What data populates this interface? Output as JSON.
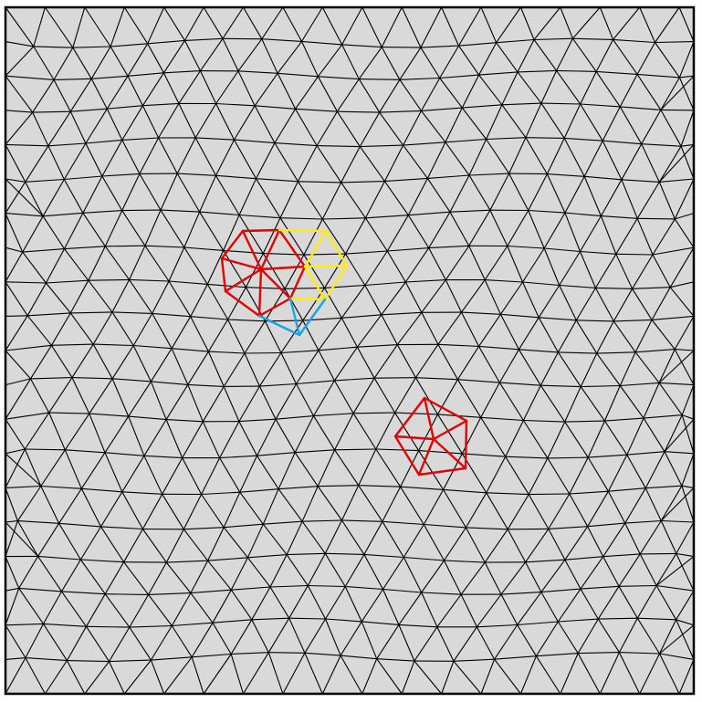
{
  "colors": {
    "domain_fill": "#d9d9d9",
    "background": "#ffffff",
    "mesh_edge": "#000000",
    "border": "#000000",
    "defect_5_edge": "#e00000",
    "defect_7_edge": "#e00000",
    "yellow_edge": "#ffee00",
    "cyan_edge": "#1aa3e8"
  },
  "diagram": {
    "kind": "triangular-mesh",
    "regular_cell": "equilateral-triangle",
    "rows": 21,
    "highlighted_cells": [
      {
        "name": "seven-fold-vertex-star",
        "valence": 7,
        "color_key": "defect_7_edge"
      },
      {
        "name": "yellow-hexagon-star",
        "valence": 6,
        "color_key": "yellow_edge"
      },
      {
        "name": "blue-triangle-wedge",
        "valence": 2,
        "color_key": "cyan_edge"
      },
      {
        "name": "five-fold-vertex-star",
        "valence": 5,
        "color_key": "defect_5_edge"
      }
    ]
  }
}
